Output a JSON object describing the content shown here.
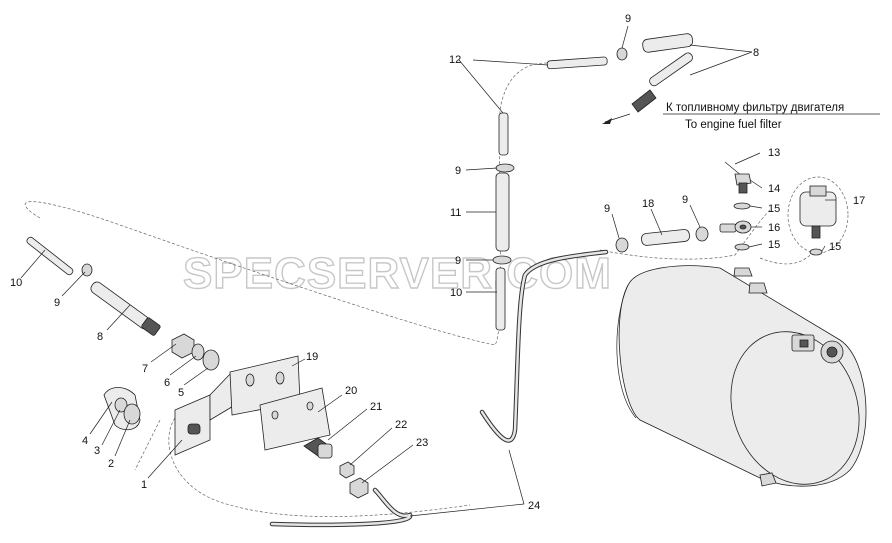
{
  "watermark": "SPECSERVER.COM",
  "note": {
    "ru": "К топливному фильтру двигателя",
    "en": "To engine fuel filter"
  },
  "labels": {
    "p1": "1",
    "p2": "2",
    "p3": "3",
    "p4": "4",
    "p5": "5",
    "p6": "6",
    "p7": "7",
    "p8a": "8",
    "p8b": "8",
    "p9a": "9",
    "p9b": "9",
    "p9c": "9",
    "p9d": "9",
    "p9e": "9",
    "p9f": "9",
    "p10a": "10",
    "p10b": "10",
    "p11": "11",
    "p12": "12",
    "p13": "13",
    "p14": "14",
    "p15a": "15",
    "p15b": "15",
    "p15c": "15",
    "p16": "16",
    "p17": "17",
    "p18": "18",
    "p19": "19",
    "p20": "20",
    "p21": "21",
    "p22": "22",
    "p23": "23",
    "p24": "24"
  }
}
